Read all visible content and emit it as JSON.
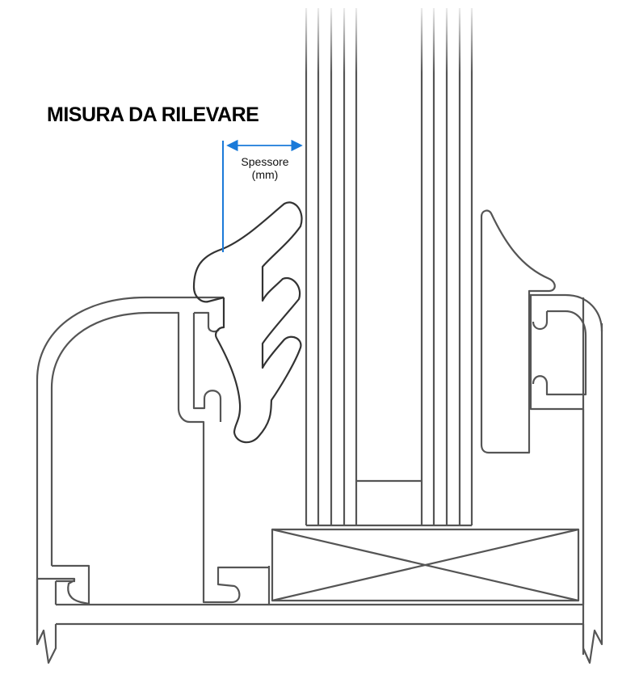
{
  "diagram": {
    "title": "MISURA DA RILEVARE",
    "dimension": {
      "label_line1": "Spessore",
      "label_line2": "(mm)",
      "arrow_color": "#1a7ad9"
    },
    "colors": {
      "stroke": "#555555",
      "stroke_dark": "#222222",
      "background": "#ffffff"
    },
    "components": [
      "glass-pane-left",
      "glass-pane-right",
      "spacer-bar",
      "setting-block",
      "glazing-bead-left",
      "wedge-gasket-left",
      "frame-profile",
      "gasket-right",
      "frame-profile-right"
    ]
  }
}
